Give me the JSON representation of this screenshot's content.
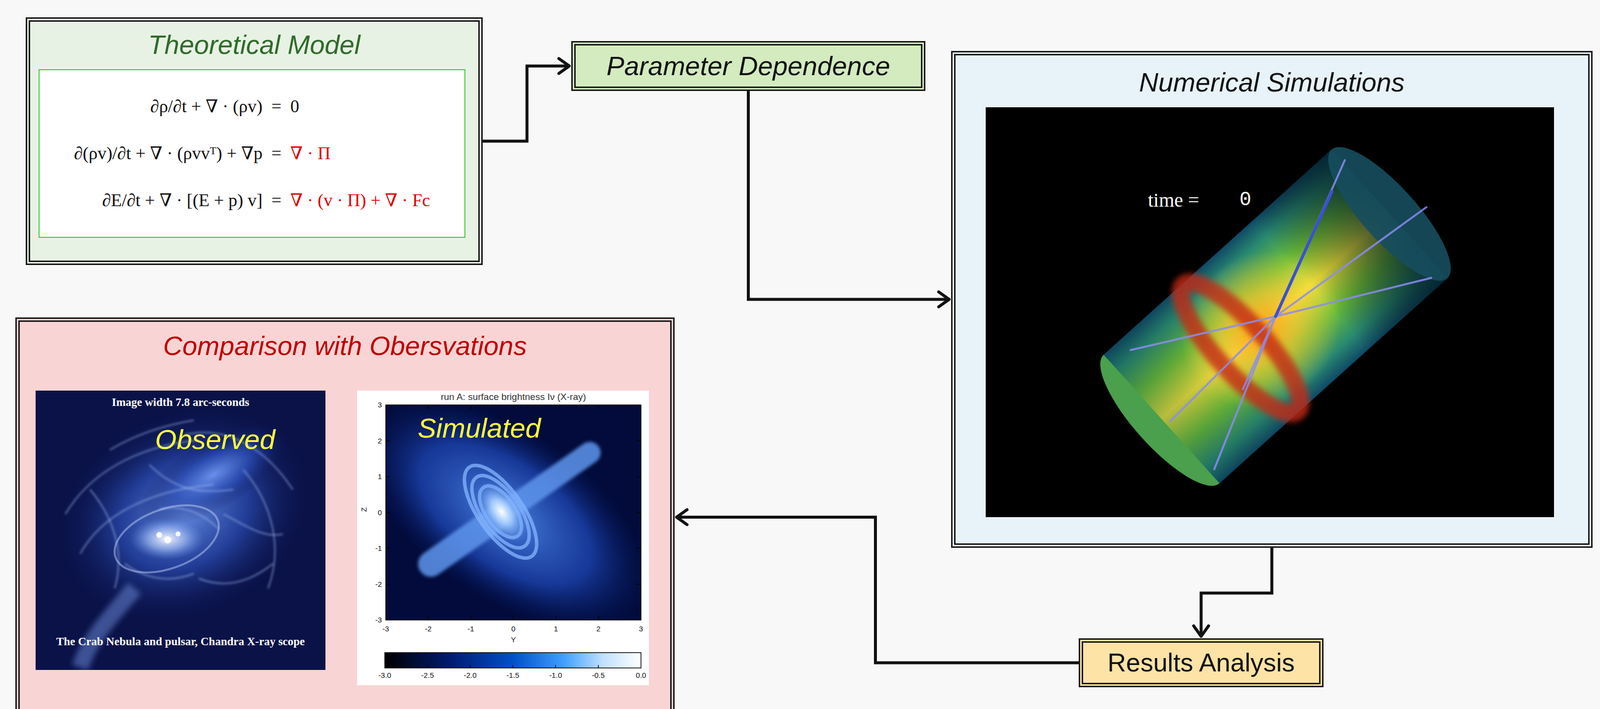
{
  "diagram": {
    "nodes": [
      {
        "text": [
          "Theoretical Model"
        ]
      },
      {
        "text": [
          "∂ρ/∂t + ∇ · (ρv)",
          "=",
          "0",
          "∂(ρv)/∂t + ∇ · (ρvvᵀ) + ∇p",
          "=",
          "∇ · Π",
          "∂E/∂t + ∇ · [(E + p) v]",
          "=",
          "∇ · (v · Π) + ∇ · Fc"
        ],
        "in": 0
      },
      {
        "text": [
          "Parameter Dependence"
        ]
      },
      {
        "text": [
          "Numerical Simulations"
        ]
      },
      {
        "text": [
          "Comparison with Obersvations"
        ]
      },
      {
        "text": [
          "Results Analysis"
        ]
      }
    ],
    "edges": [
      {
        "from": 0,
        "to": 2,
        "arrow": "to"
      },
      {
        "from": 2,
        "to": 3,
        "arrow": "to"
      },
      {
        "from": 3,
        "to": 5,
        "arrow": "to"
      },
      {
        "from": 5,
        "to": 4,
        "arrow": "to"
      }
    ],
    "labels": [
      "time =",
      "0",
      "Image width 7.8 arc-seconds",
      "Observed",
      "The Crab Nebula and pulsar, Chandra X-ray scope",
      "run A: surface brightness Iν (X-ray)",
      "Simulated",
      "3",
      "2",
      "1",
      "0",
      "-1",
      "-2",
      "-3",
      "Z",
      "-3",
      "-2",
      "-1",
      "0",
      "1",
      "2",
      "3",
      "Y",
      "-3.0",
      "-2.5",
      "-2.0",
      "-1.5",
      "-1.0",
      "-0.5",
      "0.0"
    ]
  }
}
